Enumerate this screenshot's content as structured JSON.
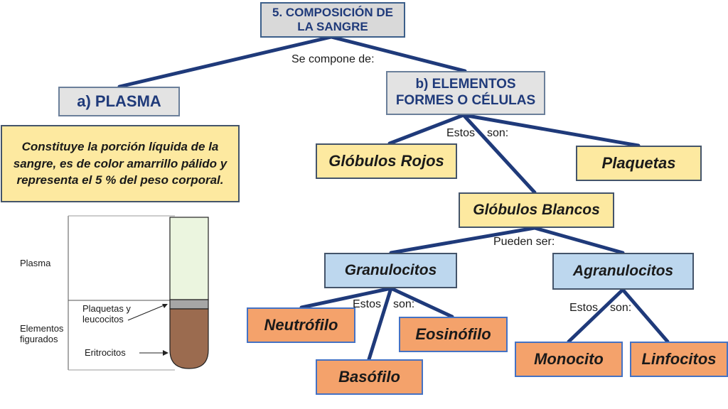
{
  "title": "5. COMPOSICIÓN DE LA SANGRE",
  "connector_main": "Se compone de:",
  "plasma": {
    "title": "a) PLASMA",
    "description": "Constituye la porción líquida de la sangre, es de color amarrillo pálido y representa el 5 % del peso corporal."
  },
  "elementos": {
    "title": "b) ELEMENTOS FORMES O CÉLULAS",
    "connector_estos": "Estos",
    "connector_son": "son:"
  },
  "nodes": {
    "globulos_rojos": "Glóbulos Rojos",
    "plaquetas": "Plaquetas",
    "globulos_blancos": "Glóbulos Blancos",
    "pueden_ser": "Pueden ser:",
    "granulocitos": "Granulocitos",
    "agranulocitos": "Agranulocitos",
    "neutrofilo": "Neutrófilo",
    "eosinofilo": "Eosinófilo",
    "basofilo": "Basófilo",
    "monocito": "Monocito",
    "linfocitos": "Linfocitos",
    "estos": "Estos",
    "son": "son:"
  },
  "tube_figure": {
    "plasma_label": "Plasma",
    "elementos_label": "Elementos figurados",
    "plaquetas_label": "Plaquetas y leucocitos",
    "eritrocitos_label": "Eritrocitos"
  },
  "colors": {
    "line": "#1f3a7a",
    "yellow_box": "#fde9a0",
    "blue_box": "#bdd7ee",
    "orange_box": "#f4a26b",
    "plasma_fill": "#ebf5df",
    "buffy_coat": "#a6a6a6",
    "erythrocytes": "#9b6b4f"
  }
}
